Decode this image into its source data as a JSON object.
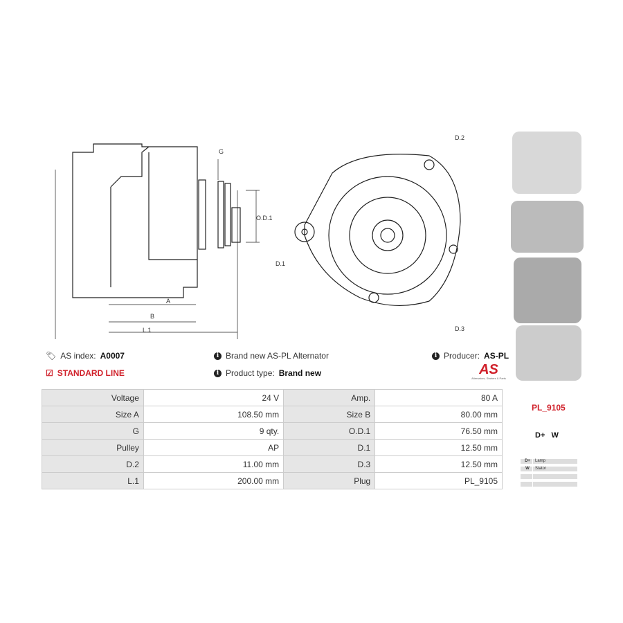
{
  "drawing_labels": {
    "g": "G",
    "od1": "O.D.1",
    "a": "A",
    "b": "B",
    "l1": "L.1",
    "d1": "D.1",
    "d2": "D.2",
    "d3": "D.3"
  },
  "info": {
    "as_index_label": "AS index:",
    "as_index_value": "A0007",
    "line": "STANDARD LINE",
    "description": "Brand new AS-PL Alternator",
    "product_type_label": "Product type:",
    "product_type_value": "Brand new",
    "producer_label": "Producer:",
    "producer_value": "AS-PL",
    "logo_text": "AS",
    "logo_tagline": "Alternators, Starters & Parts"
  },
  "specs": [
    [
      "Voltage",
      "24 V",
      "Amp.",
      "80 A"
    ],
    [
      "Size A",
      "108.50 mm",
      "Size B",
      "80.00 mm"
    ],
    [
      "G",
      "9 qty.",
      "O.D.1",
      "76.50 mm"
    ],
    [
      "Pulley",
      "AP",
      "D.1",
      "12.50 mm"
    ],
    [
      "D.2",
      "11.00 mm",
      "D.3",
      "12.50 mm"
    ],
    [
      "L.1",
      "200.00 mm",
      "Plug",
      "PL_9105"
    ]
  ],
  "plug": {
    "code": "PL_9105",
    "terminals": "D+   W",
    "pins": [
      [
        "D+",
        "Lamp"
      ],
      [
        "W",
        "Stator"
      ],
      [
        "",
        ""
      ],
      [
        "",
        ""
      ]
    ]
  },
  "colors": {
    "accent": "#d0202a"
  }
}
